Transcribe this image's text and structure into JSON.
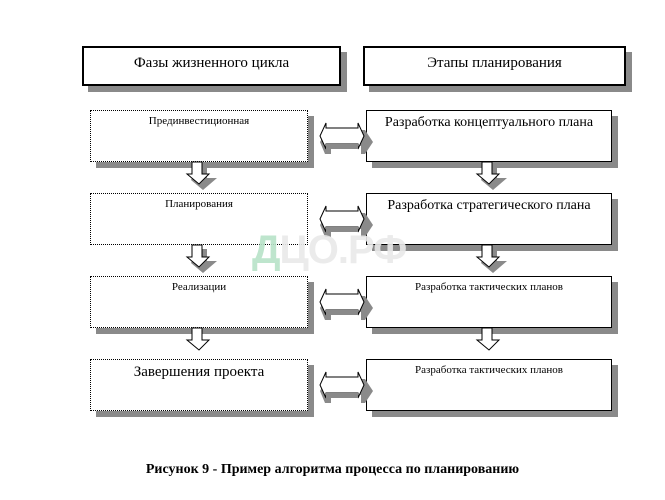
{
  "headers": {
    "left": "Фазы жизненного цикла",
    "right": "Этапы планирования"
  },
  "phases": [
    {
      "label": "Прединвестиционная"
    },
    {
      "label": "Планирования"
    },
    {
      "label": "Реализации"
    },
    {
      "label": "Завершения проекта"
    }
  ],
  "stages": [
    {
      "label": "Разработка концептуального плана"
    },
    {
      "label": "Разработка стратегического плана"
    },
    {
      "label": "Разработка тактических планов"
    },
    {
      "label": "Разработка тактических планов"
    }
  ],
  "watermark": {
    "first": "Д",
    "rest": "ЦО.РФ"
  },
  "caption": "Рисунок 9 - Пример алгоритма процесса по планированию",
  "colors": {
    "shadow": "#8a8a8a",
    "watermark": "#b7e3c8"
  }
}
